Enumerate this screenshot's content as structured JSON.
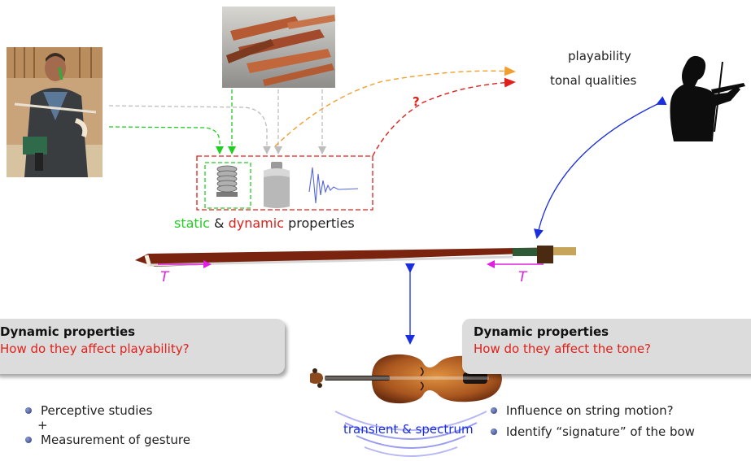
{
  "labels": {
    "playability": "playability",
    "tonal_qualities": "tonal qualities",
    "question_mark": "?",
    "static_word": "static",
    "ampersand": "&",
    "dynamic_word": "dynamic",
    "properties_word": "properties",
    "tension_left": "T",
    "tension_right": "T",
    "transient_spectrum": "transient & spectrum"
  },
  "left_box": {
    "title": "Dynamic properties",
    "subtitle": "How do they affect playability?"
  },
  "right_box": {
    "title": "Dynamic properties",
    "subtitle": "How do they affect the tone?"
  },
  "left_list": {
    "item1": "Perceptive studies",
    "plus": "+",
    "item2": "Measurement of gesture"
  },
  "right_list": {
    "item1": "Influence on string motion?",
    "item2": "Identify “signature” of the bow"
  },
  "colors": {
    "green": "#22cc22",
    "red": "#e0201a",
    "magenta": "#e020e0",
    "blue": "#1a2ee0",
    "orange": "#f0a030",
    "gray": "#bdbdbd"
  }
}
